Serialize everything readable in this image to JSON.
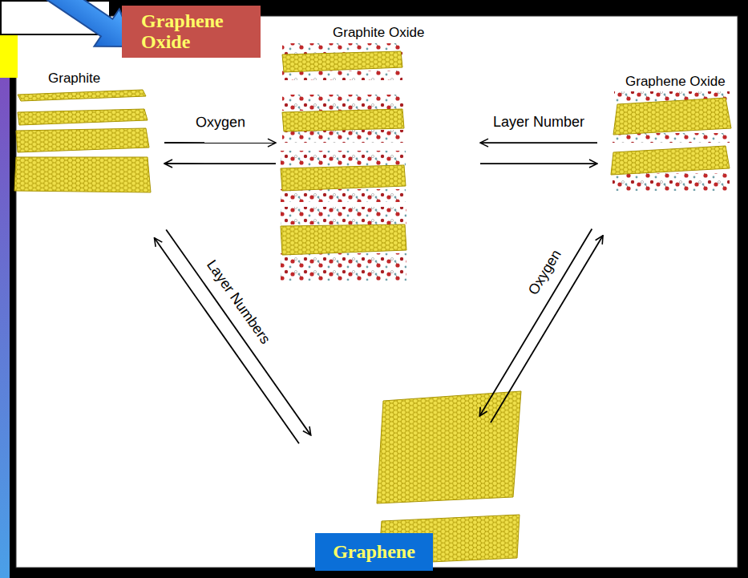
{
  "diagram": {
    "nodes": [
      {
        "text": [
          "Graphene Oxide"
        ]
      },
      {
        "text": [
          "Graphite"
        ]
      },
      {
        "text": [
          "Graphite Oxide"
        ]
      },
      {
        "text": [
          "Graphene Oxide"
        ]
      },
      {
        "text": [
          "Graphene"
        ]
      }
    ],
    "edges": [
      {
        "from": 1,
        "to": 2,
        "arrow": "to",
        "label": "Oxygen"
      },
      {
        "from": 2,
        "to": 1,
        "arrow": "to"
      },
      {
        "from": 3,
        "to": 2,
        "arrow": "to",
        "label": "Layer Number"
      },
      {
        "from": 2,
        "to": 3,
        "arrow": "to"
      },
      {
        "from": 1,
        "to": 4,
        "arrow": "to",
        "label": "Layer Numbers"
      },
      {
        "from": 4,
        "to": 1,
        "arrow": "to"
      },
      {
        "from": 3,
        "to": 4,
        "arrow": "to",
        "label": "Oxygen"
      },
      {
        "from": 4,
        "to": 3,
        "arrow": "to"
      }
    ]
  }
}
